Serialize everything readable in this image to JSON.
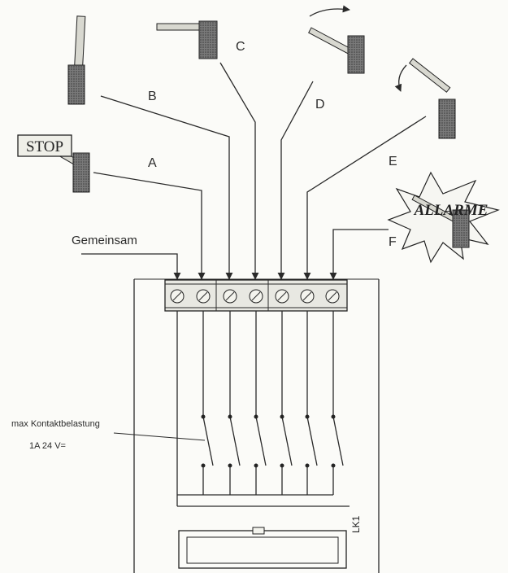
{
  "labels": {
    "a": "A",
    "b": "B",
    "c": "C",
    "d": "D",
    "e": "E",
    "f": "F",
    "common": "Gemeinsam",
    "stop": "STOP",
    "alarm": "ALLARME",
    "contact_load_line1": "max Kontaktbelastung",
    "contact_load_line2": "1A 24 V=",
    "relay": "LK1"
  }
}
